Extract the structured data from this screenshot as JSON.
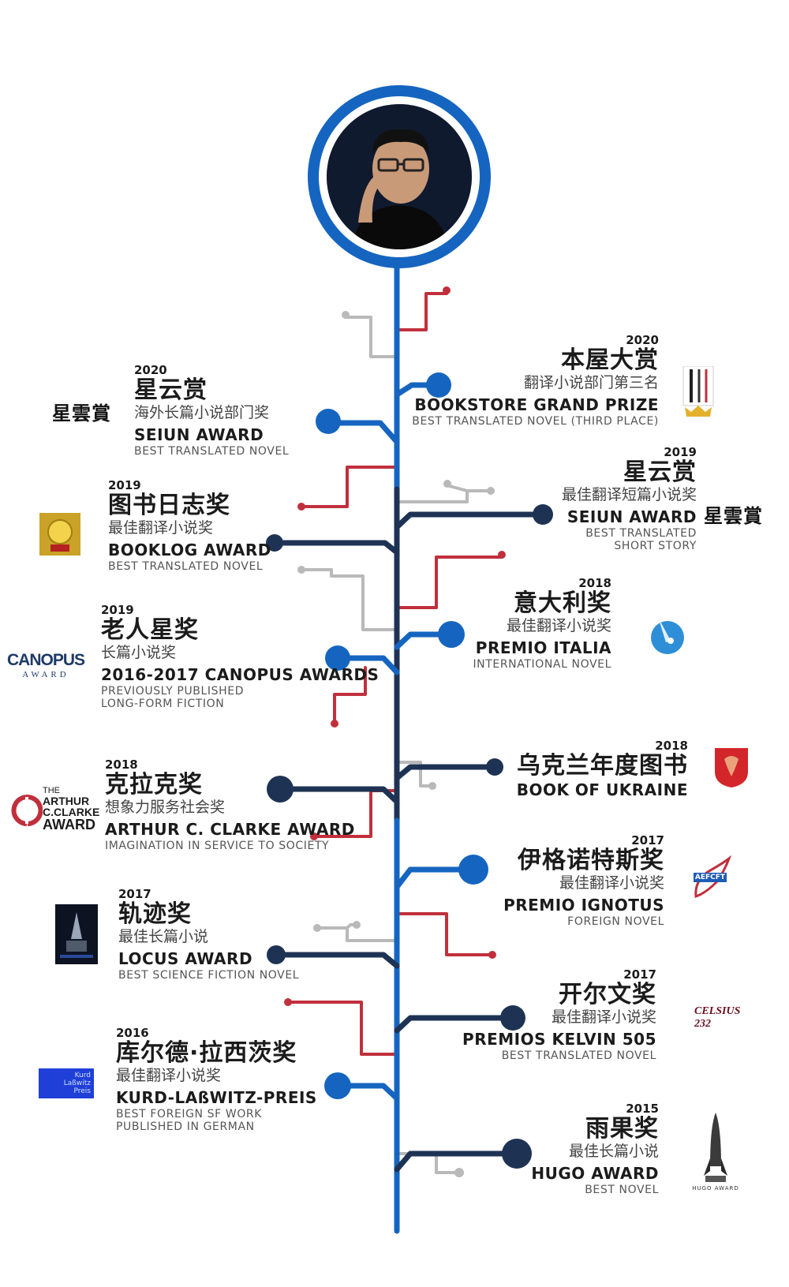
{
  "awards": [
    {
      "year": "2020",
      "cn": "星云赏",
      "sub": "海外长篇小说部门奖",
      "en": "SEIUN AWARD",
      "desc": [
        "BEST TRANSLATED NOVEL"
      ],
      "side": "left",
      "logo": "星雲賞"
    },
    {
      "year": "2020",
      "cn": "本屋大赏",
      "sub": "翻译小说部门第三名",
      "en": "BOOKSTORE GRAND PRIZE",
      "desc": [
        "BEST TRANSLATED NOVEL (THIRD PLACE)"
      ],
      "side": "right"
    },
    {
      "year": "2019",
      "cn": "图书日志奖",
      "sub": "最佳翻译小说奖",
      "en": "BOOKLOG AWARD",
      "desc": [
        "BEST TRANSLATED NOVEL"
      ],
      "side": "left"
    },
    {
      "year": "2019",
      "cn": "星云赏",
      "sub": "最佳翻译短篇小说奖",
      "en": "SEIUN AWARD",
      "desc": [
        "BEST TRANSLATED",
        "SHORT STORY"
      ],
      "side": "right",
      "logo": "星雲賞"
    },
    {
      "year": "2019",
      "cn": "老人星奖",
      "sub": "长篇小说奖",
      "en": "2016-2017 CANOPUS AWARDS",
      "desc": [
        "PREVIOUSLY PUBLISHED",
        "LONG-FORM FICTION"
      ],
      "side": "left",
      "logo": "CANOPUS",
      "logo2": "AWARD"
    },
    {
      "year": "2018",
      "cn": "意大利奖",
      "sub": "最佳翻译小说奖",
      "en": "PREMIO ITALIA",
      "desc": [
        "INTERNATIONAL NOVEL"
      ],
      "side": "right"
    },
    {
      "year": "2018",
      "cn": "克拉克奖",
      "sub": "想象力服务社会奖",
      "en": "ARTHUR C. CLARKE AWARD",
      "desc": [
        "IMAGINATION IN SERVICE TO SOCIETY"
      ],
      "side": "left",
      "logo": "ARTHUR C.CLARKE AWARD",
      "logo_lines": [
        "THE",
        "ARTHUR",
        "C.CLARKE",
        "AWARD"
      ]
    },
    {
      "year": "2018",
      "cn": "乌克兰年度图书",
      "sub": "",
      "en": "BOOK OF UKRAINE",
      "desc": [],
      "side": "right"
    },
    {
      "year": "2017",
      "cn": "伊格诺特斯奖",
      "sub": "最佳翻译小说奖",
      "en": "PREMIO IGNOTUS",
      "desc": [
        "FOREIGN NOVEL"
      ],
      "side": "right",
      "logo": "AEFCFT"
    },
    {
      "year": "2017",
      "cn": "轨迹奖",
      "sub": "最佳长篇小说",
      "en": "LOCUS AWARD",
      "desc": [
        "BEST SCIENCE FICTION NOVEL"
      ],
      "side": "left"
    },
    {
      "year": "2017",
      "cn": "开尔文奖",
      "sub": "最佳翻译小说奖",
      "en": "PREMIOS KELVIN 505",
      "desc": [
        "BEST TRANSLATED NOVEL"
      ],
      "side": "right",
      "logo": "CELSIUS 232"
    },
    {
      "year": "2016",
      "cn": "库尔德·拉西茨奖",
      "sub": "最佳翻译小说奖",
      "en": "KURD-LAßWITZ-PREIS",
      "desc": [
        "BEST FOREIGN SF WORK",
        "PUBLISHED IN GERMAN"
      ],
      "side": "left",
      "logo_lines": [
        "Kurd",
        "Laßwitz",
        "Preis"
      ]
    },
    {
      "year": "2015",
      "cn": "雨果奖",
      "sub": "最佳长篇小说",
      "en": "HUGO AWARD",
      "desc": [
        "BEST NOVEL"
      ],
      "side": "right",
      "logo": "HUGO AWARD"
    }
  ],
  "colors": {
    "trunk": "#1565c0",
    "navy": "#1e3354",
    "red": "#c0303c",
    "gray": "#b9b9b9",
    "gold": "#e3b12c"
  }
}
